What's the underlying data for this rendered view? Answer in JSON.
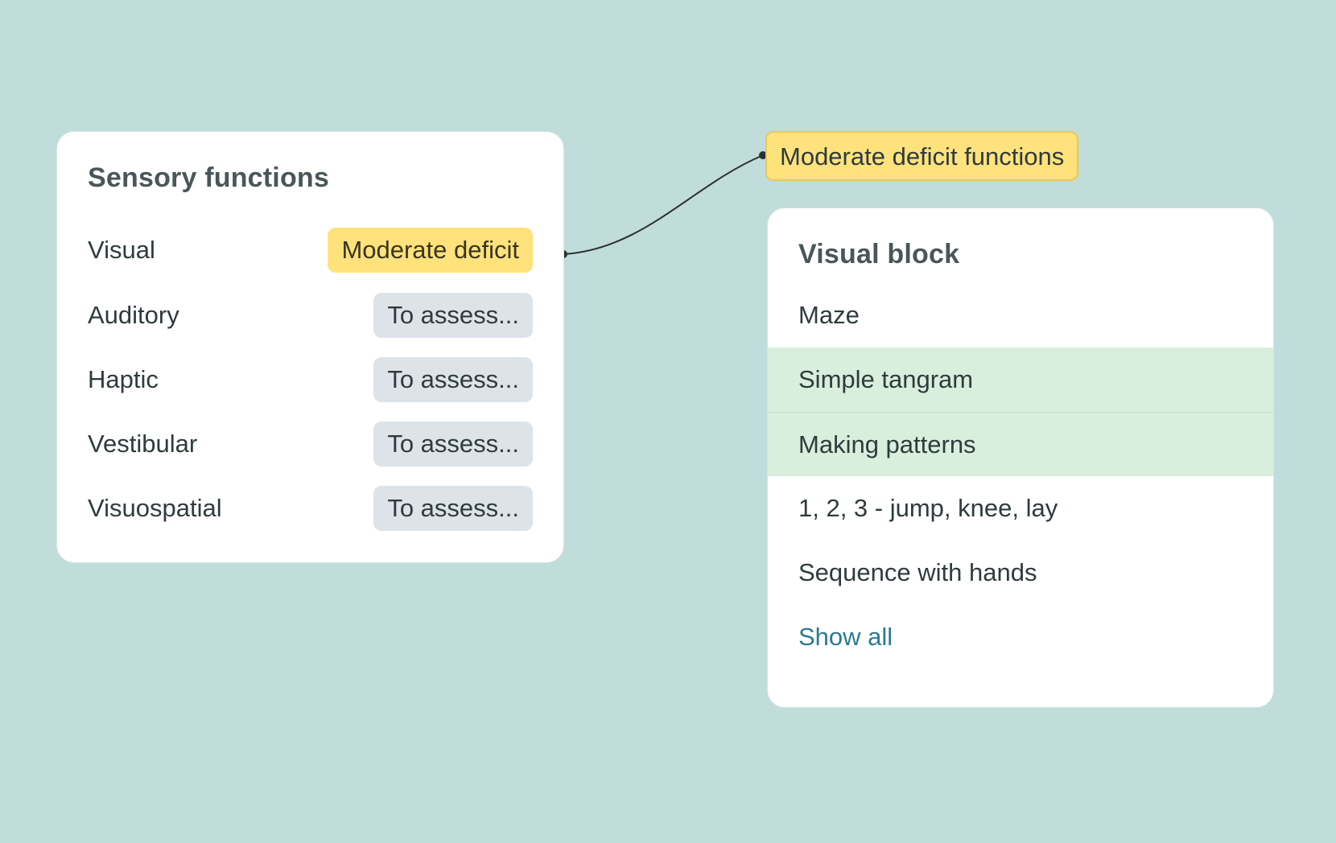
{
  "sensory": {
    "title": "Sensory functions",
    "rows": [
      {
        "label": "Visual",
        "status": "Moderate deficit"
      },
      {
        "label": "Auditory",
        "status": "To assess..."
      },
      {
        "label": "Haptic",
        "status": "To assess..."
      },
      {
        "label": "Vestibular",
        "status": "To assess..."
      },
      {
        "label": "Visuospatial",
        "status": "To assess..."
      }
    ]
  },
  "tag": {
    "label": "Moderate deficit functions"
  },
  "visual_block": {
    "title": "Visual block",
    "items": [
      {
        "label": "Maze",
        "highlighted": false
      },
      {
        "label": "Simple tangram",
        "highlighted": true
      },
      {
        "label": "Making patterns",
        "highlighted": true
      },
      {
        "label": "1, 2, 3 - jump, knee, lay",
        "highlighted": false
      },
      {
        "label": "Sequence with hands",
        "highlighted": false
      }
    ],
    "show_all": "Show all"
  },
  "colors": {
    "background": "#c0dcdb",
    "deficit": "#ffe27c",
    "assess": "#dee3ea",
    "highlight": "#d9efdd",
    "link": "#2b7a96"
  }
}
